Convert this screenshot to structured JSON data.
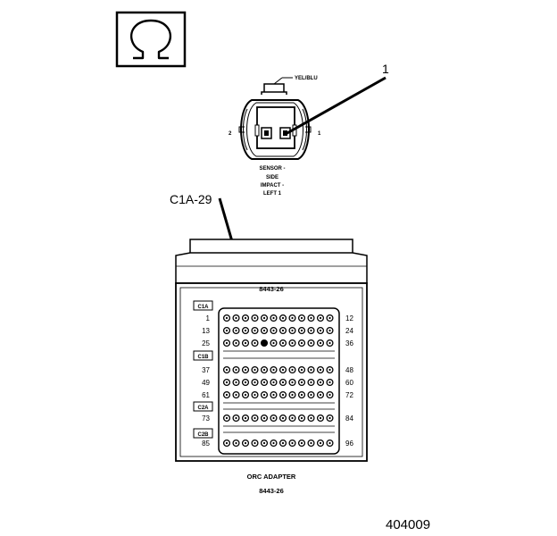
{
  "symbol": {
    "icon": "ohmmeter-omega-icon",
    "glyph": "Ω"
  },
  "sensor": {
    "wire_label": "YEL/BLU",
    "pin_left": "2",
    "pin_right": "1",
    "caption_lines": [
      "SENSOR -",
      "SIDE",
      "IMPACT -",
      "LEFT 1"
    ]
  },
  "callouts": {
    "item_number": "1",
    "terminal": "C1A-29"
  },
  "adapter": {
    "part_number_top": "8443-26",
    "rows": [
      {
        "left": "1",
        "right": "12",
        "connector": "C1A"
      },
      {
        "left": "13",
        "right": "24"
      },
      {
        "left": "25",
        "right": "36"
      },
      {
        "left": "37",
        "right": "48",
        "connector": "C1B"
      },
      {
        "left": "49",
        "right": "60"
      },
      {
        "left": "61",
        "right": "72"
      },
      {
        "left": "73",
        "right": "84",
        "connector": "C2A"
      },
      {
        "left": "85",
        "right": "96",
        "connector": "C2B"
      }
    ],
    "caption": "ORC ADAPTER",
    "caption_part": "8443-26"
  },
  "figure_number": "404009"
}
